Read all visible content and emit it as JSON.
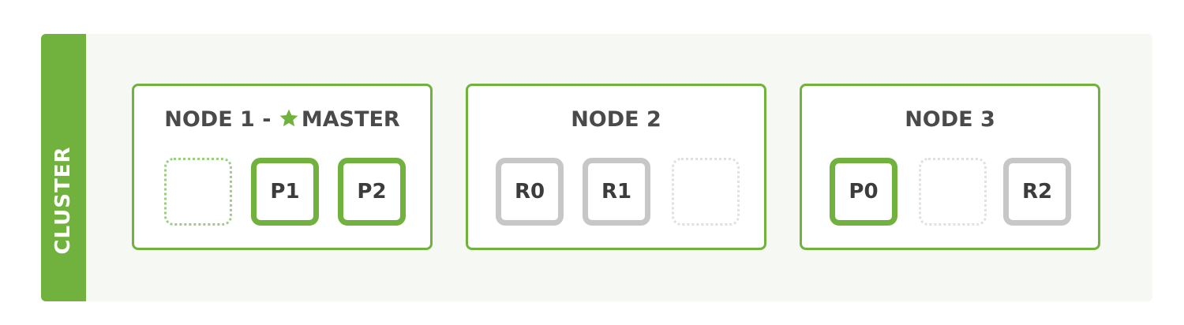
{
  "cluster": {
    "label": "CLUSTER",
    "accent_color": "#71b23f",
    "background_color": "#f6f8f3"
  },
  "nodes": [
    {
      "title_prefix": "NODE 1 - ",
      "master_icon": "star-icon",
      "title_suffix": "MASTER",
      "shards": [
        {
          "label": "",
          "kind": "empty"
        },
        {
          "label": "P1",
          "kind": "primary"
        },
        {
          "label": "P2",
          "kind": "primary"
        }
      ]
    },
    {
      "title": "NODE 2",
      "shards": [
        {
          "label": "R0",
          "kind": "replica"
        },
        {
          "label": "R1",
          "kind": "replica"
        },
        {
          "label": "",
          "kind": "empty"
        }
      ]
    },
    {
      "title": "NODE 3",
      "shards": [
        {
          "label": "P0",
          "kind": "primary"
        },
        {
          "label": "",
          "kind": "empty"
        },
        {
          "label": "R2",
          "kind": "replica"
        }
      ]
    }
  ],
  "colors": {
    "primary_shard": "#71b23f",
    "replica_shard": "#c7c7c7",
    "text": "#4a4a4a"
  }
}
